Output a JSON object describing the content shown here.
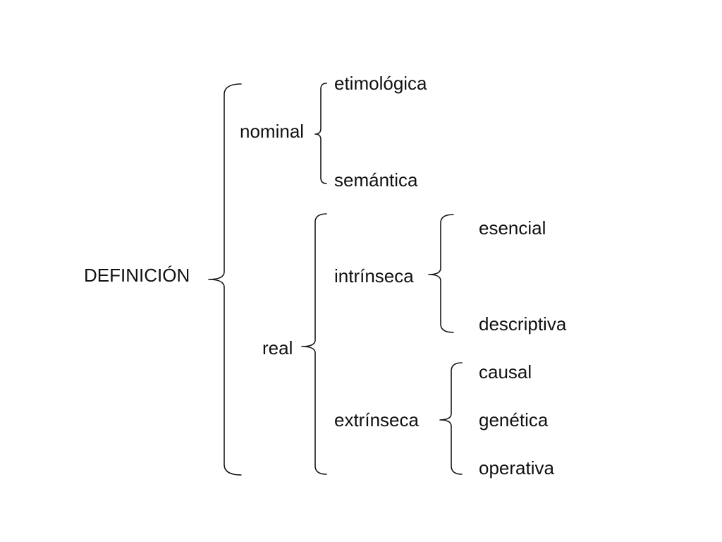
{
  "root": {
    "label": "DEFINICIÓN"
  },
  "nominal": {
    "label": "nominal",
    "children": [
      "etimológica",
      "semántica"
    ]
  },
  "real": {
    "label": "real",
    "intrinseca": {
      "label": "intrínseca",
      "children": [
        "esencial",
        "descriptiva"
      ]
    },
    "extrinseca": {
      "label": "extrínseca",
      "children": [
        "causal",
        "genética",
        "operativa"
      ]
    }
  },
  "colors": {
    "text": "#111111",
    "line": "#1a1a1a",
    "background": "#ffffff"
  }
}
